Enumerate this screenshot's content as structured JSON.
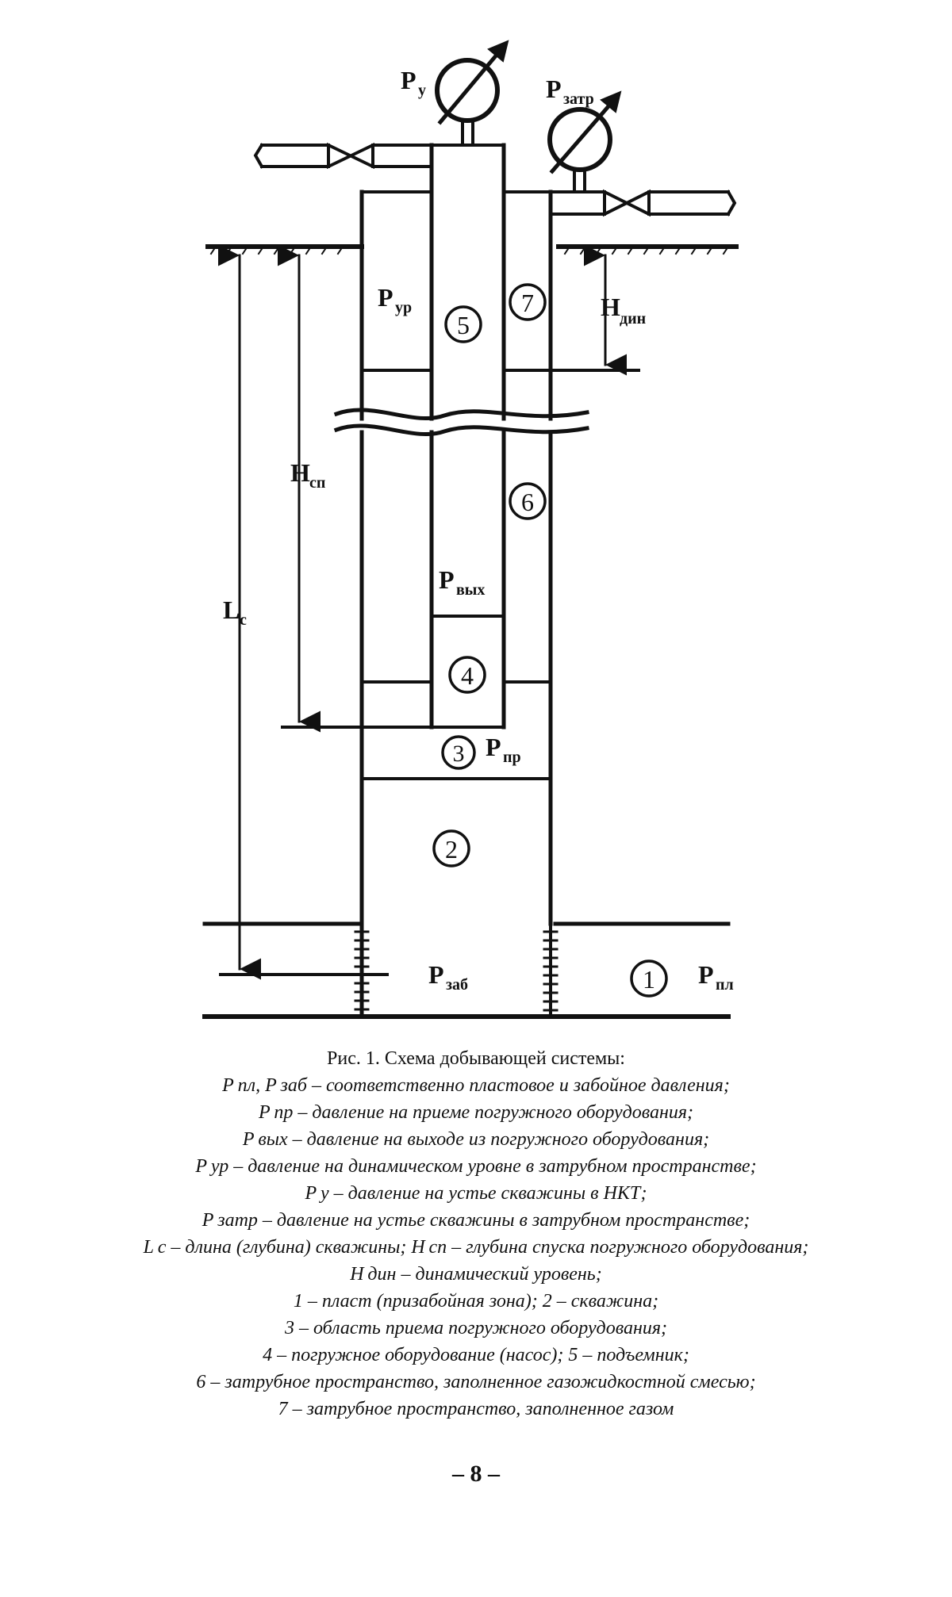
{
  "diagram": {
    "labels": {
      "p_u": "Р",
      "p_u_sub": "у",
      "p_zatr": "Р",
      "p_zatr_sub": "затр",
      "p_ur": "Р",
      "p_ur_sub": "ур",
      "h_dyn": "Н",
      "h_dyn_sub": "дин",
      "h_sp": "Н",
      "h_sp_sub": "сп",
      "l_c": "L",
      "l_c_sub": "с",
      "p_vykh": "Р",
      "p_vykh_sub": "вых",
      "p_pr": "Р",
      "p_pr_sub": "пр",
      "p_zab": "Р",
      "p_zab_sub": "заб",
      "p_pl": "Р",
      "p_pl_sub": "пл"
    },
    "zones": [
      "1",
      "2",
      "3",
      "4",
      "5",
      "6",
      "7"
    ]
  },
  "caption": {
    "title": "Рис. 1. Схема добывающей системы:",
    "lines": [
      "Р пл, Р заб – соответственно пластовое и забойное давления;",
      "Р пр – давление на приеме погружного оборудования;",
      "Р вых – давление на выходе из погружного оборудования;",
      "Р ур – давление на динамическом уровне в затрубном пространстве;",
      "Р у – давление на устье скважины в НКТ;",
      "Р затр – давление на устье скважины в затрубном пространстве;",
      "L c – длина (глубина) скважины; Н сп – глубина спуска погружного оборудования;",
      "Н дин – динамический уровень;",
      "1 – пласт (призабойная зона); 2 – скважина;",
      "3 – область приема погружного оборудования;",
      "4 – погружное оборудование (насос); 5 – подъемник;",
      "6 – затрубное пространство, заполненное газожидкостной смесью;",
      "7 – затрубное пространство, заполненное газом"
    ]
  },
  "page_number": "– 8 –"
}
